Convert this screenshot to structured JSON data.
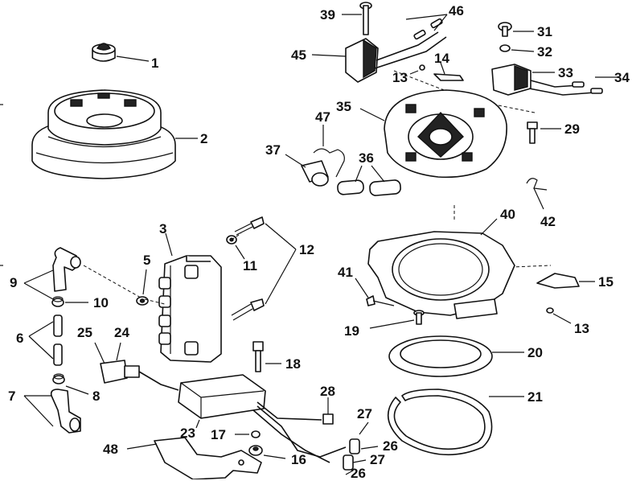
{
  "diagram": {
    "callouts": [
      {
        "id": "c1",
        "text": "1"
      },
      {
        "id": "c2",
        "text": "2"
      },
      {
        "id": "c3",
        "text": "3"
      },
      {
        "id": "c5",
        "text": "5"
      },
      {
        "id": "c6",
        "text": "6"
      },
      {
        "id": "c7",
        "text": "7"
      },
      {
        "id": "c8",
        "text": "8"
      },
      {
        "id": "c9",
        "text": "9"
      },
      {
        "id": "c10",
        "text": "10"
      },
      {
        "id": "c11",
        "text": "11"
      },
      {
        "id": "c12",
        "text": "12"
      },
      {
        "id": "c13a",
        "text": "13"
      },
      {
        "id": "c13b",
        "text": "13"
      },
      {
        "id": "c14",
        "text": "14"
      },
      {
        "id": "c15",
        "text": "15"
      },
      {
        "id": "c16",
        "text": "16"
      },
      {
        "id": "c17",
        "text": "17"
      },
      {
        "id": "c18",
        "text": "18"
      },
      {
        "id": "c19",
        "text": "19"
      },
      {
        "id": "c20",
        "text": "20"
      },
      {
        "id": "c21",
        "text": "21"
      },
      {
        "id": "c23",
        "text": "23"
      },
      {
        "id": "c24",
        "text": "24"
      },
      {
        "id": "c25",
        "text": "25"
      },
      {
        "id": "c26a",
        "text": "26"
      },
      {
        "id": "c26b",
        "text": "26"
      },
      {
        "id": "c27a",
        "text": "27"
      },
      {
        "id": "c27b",
        "text": "27"
      },
      {
        "id": "c28",
        "text": "28"
      },
      {
        "id": "c29",
        "text": "29"
      },
      {
        "id": "c31",
        "text": "31"
      },
      {
        "id": "c32",
        "text": "32"
      },
      {
        "id": "c33",
        "text": "33"
      },
      {
        "id": "c34",
        "text": "34"
      },
      {
        "id": "c35",
        "text": "35"
      },
      {
        "id": "c36",
        "text": "36"
      },
      {
        "id": "c37",
        "text": "37"
      },
      {
        "id": "c39",
        "text": "39"
      },
      {
        "id": "c40",
        "text": "40"
      },
      {
        "id": "c41",
        "text": "41"
      },
      {
        "id": "c42",
        "text": "42"
      },
      {
        "id": "c45",
        "text": "45"
      },
      {
        "id": "c46",
        "text": "46"
      },
      {
        "id": "c47",
        "text": "47"
      },
      {
        "id": "c48",
        "text": "48"
      }
    ]
  }
}
